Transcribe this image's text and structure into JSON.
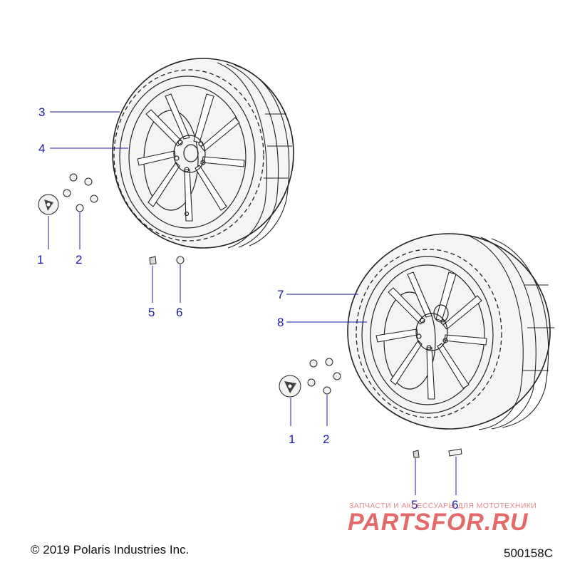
{
  "callouts": {
    "upper": [
      "3",
      "4",
      "1",
      "2",
      "5",
      "6"
    ],
    "lower": [
      "7",
      "8",
      "1",
      "2",
      "5",
      "6"
    ]
  },
  "footer": {
    "copyright": "© 2019 Polaris Industries Inc.",
    "figure_id": "500158C"
  },
  "watermark": {
    "tagline": "ЗАПЧАСТИ И АКСЕССУАРЫ ДЛЯ МОТОТЕХНИКИ",
    "logo_text": "PARTSFOR.RU"
  },
  "colors": {
    "callout": "#1a1aa6",
    "watermark": "#e05050"
  }
}
